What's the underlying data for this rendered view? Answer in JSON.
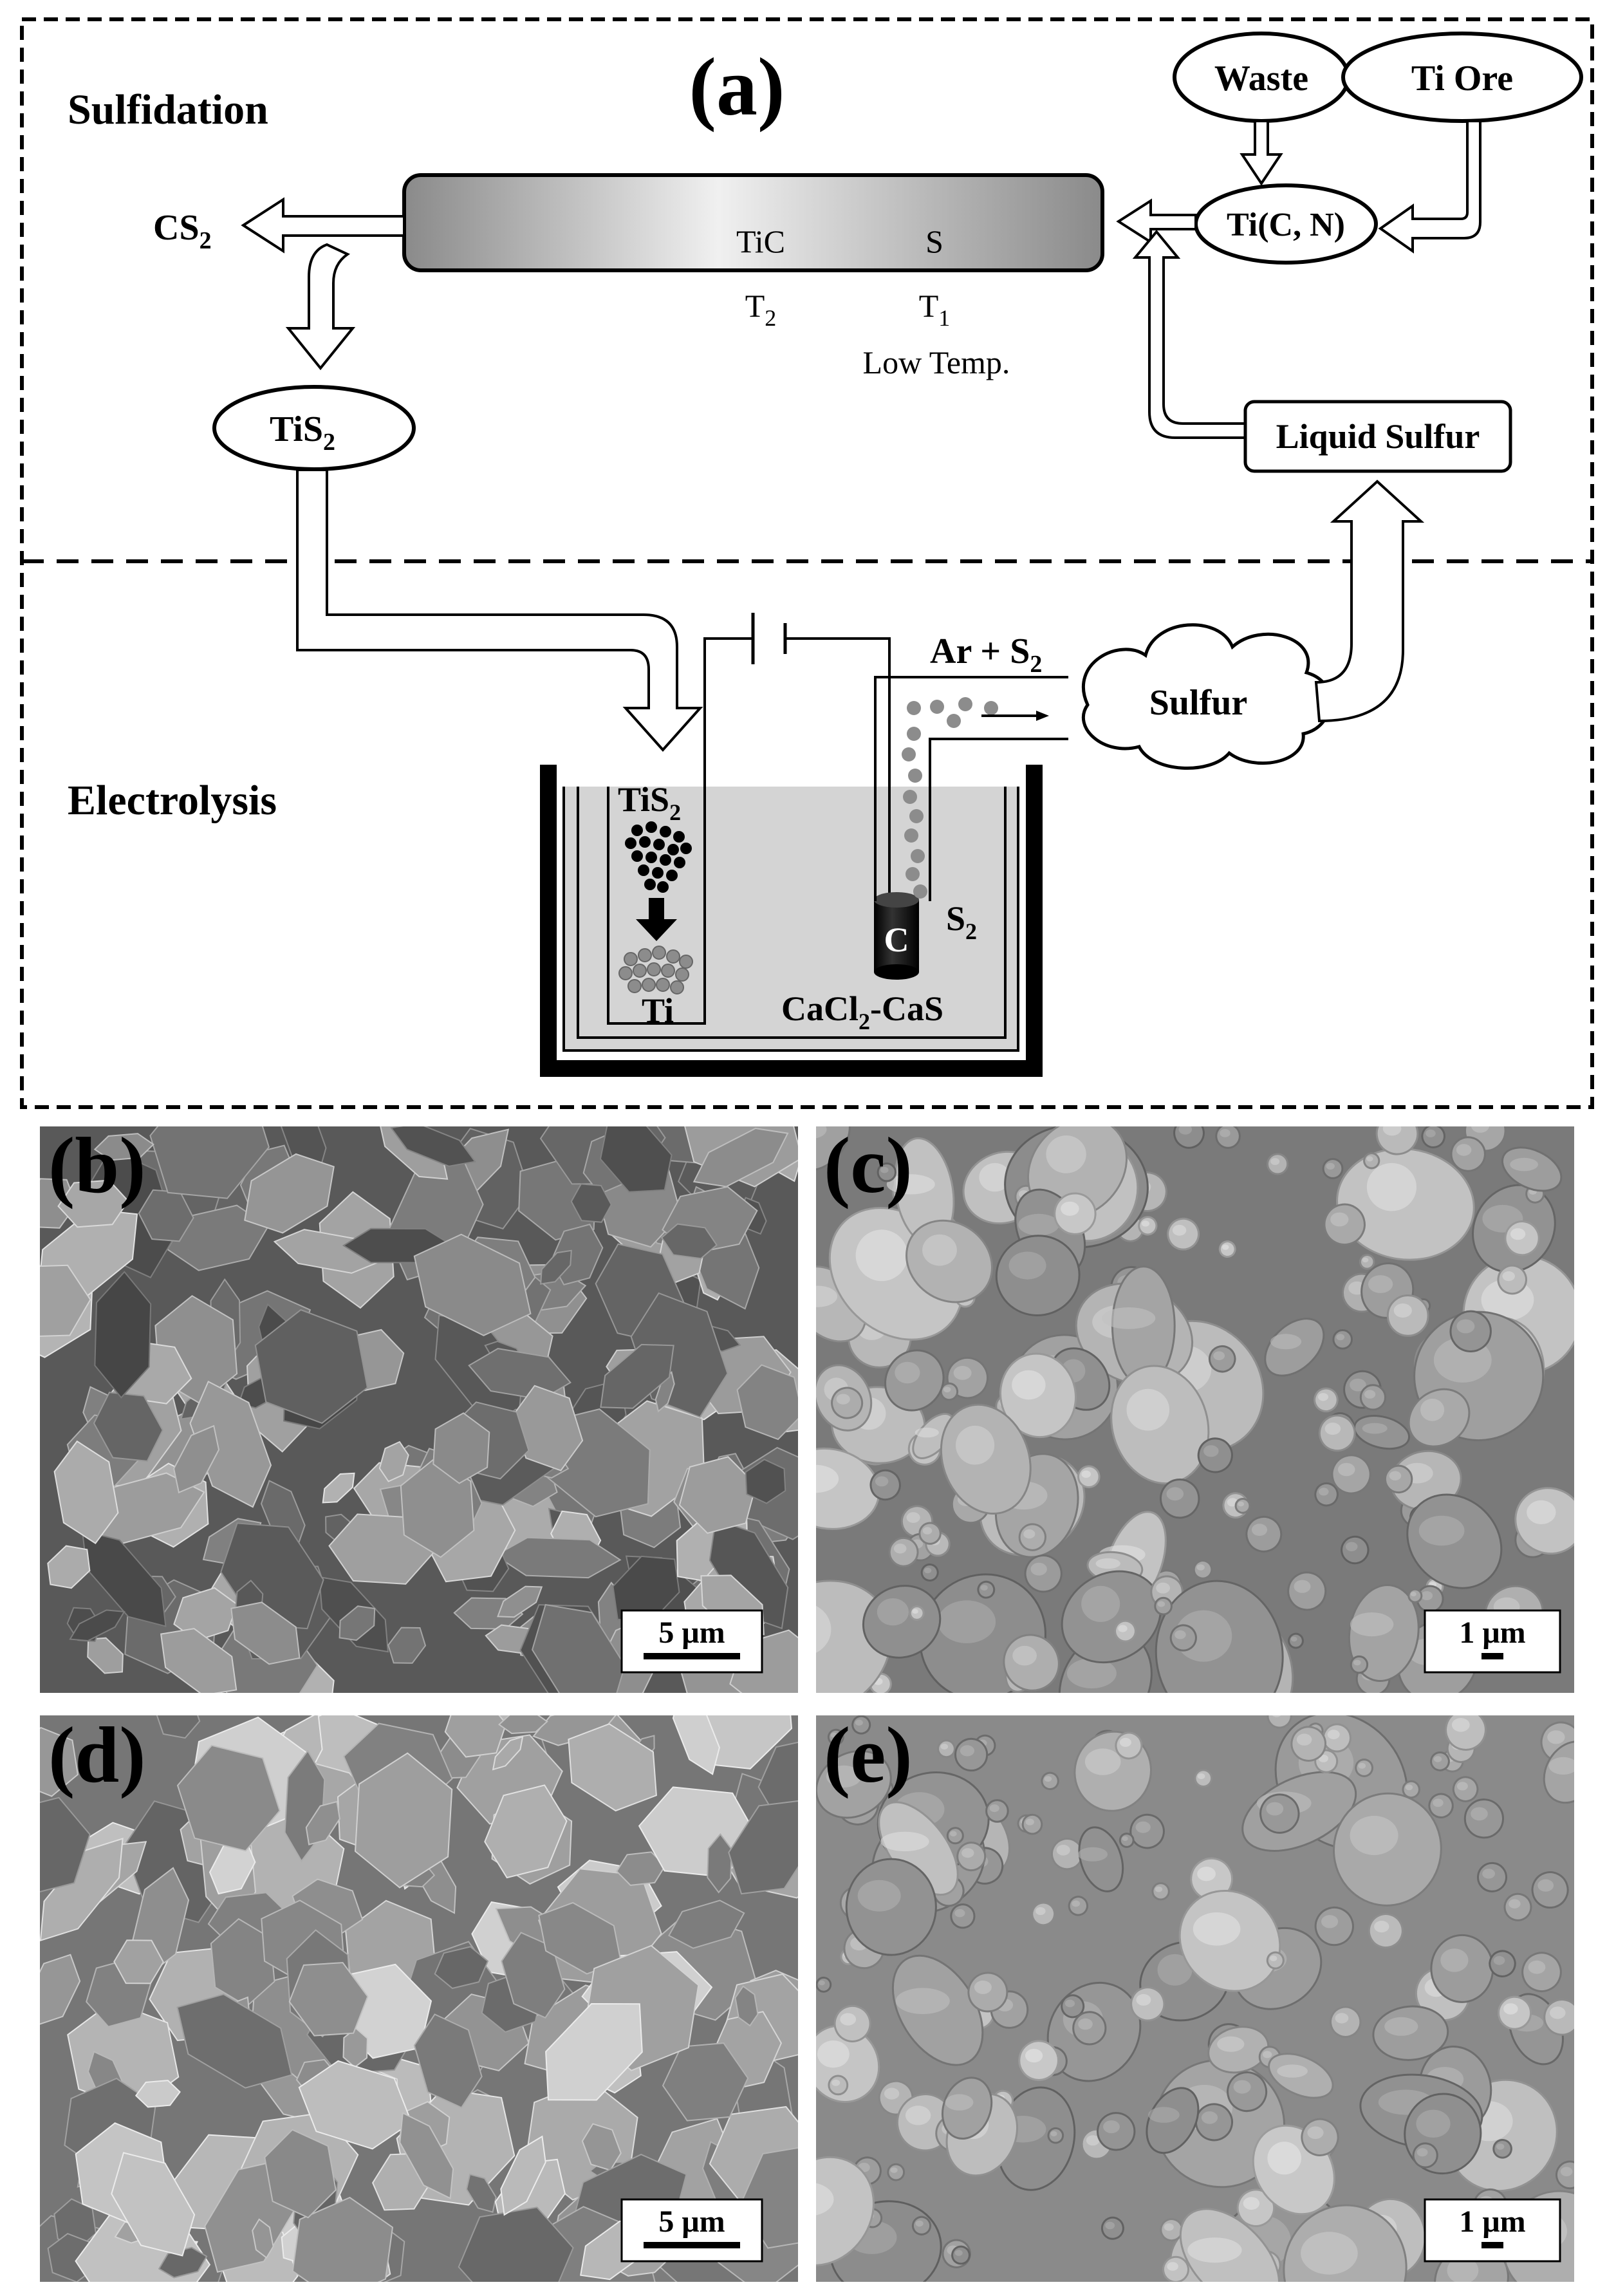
{
  "panel_a": {
    "label": "(a)",
    "section_top": "Sulfidation",
    "section_bottom": "Electrolysis",
    "inputs": {
      "waste": "Waste",
      "ti_ore": "Ti Ore"
    },
    "ti_cn": {
      "label": "Ti(C, N)"
    },
    "furnace": {
      "tic": "TiC",
      "s": "S",
      "t2": {
        "base": "T",
        "sub": "2"
      },
      "t1": {
        "base": "T",
        "sub": "1"
      },
      "low_temp": "Low Temp."
    },
    "cs2": {
      "base": "CS",
      "sub": "2"
    },
    "tis2": {
      "base": "TiS",
      "sub": "2"
    },
    "liquid_sulfur": "Liquid Sulfur",
    "gas": {
      "base": "Ar + S",
      "sub": "2"
    },
    "sulfur_cloud": "Sulfur",
    "cell": {
      "tis2": {
        "base": "TiS",
        "sub": "2"
      },
      "ti": "Ti",
      "carbon": "C",
      "s2": {
        "base": "S",
        "sub": "2"
      },
      "electrolyte": {
        "a": "CaCl",
        "sub": "2",
        "b": "-CaS"
      }
    }
  },
  "micrographs": [
    {
      "label": "(b)",
      "scale": "5 μm",
      "kind": "flakes",
      "tone": "#5a5a5a"
    },
    {
      "label": "(c)",
      "scale": "1 μm",
      "kind": "nodules",
      "tone": "#7a7a7a"
    },
    {
      "label": "(d)",
      "scale": "5 μm",
      "kind": "flakes",
      "tone": "#747474"
    },
    {
      "label": "(e)",
      "scale": "1 μm",
      "kind": "nodules",
      "tone": "#8a8a8a"
    }
  ],
  "colors": {
    "line": "#000000",
    "furnace_dark": "#8a8a8a",
    "furnace_light": "#f2f2f2",
    "electrolyte": "#d4d4d4",
    "bubble": "#8c8c8c"
  }
}
